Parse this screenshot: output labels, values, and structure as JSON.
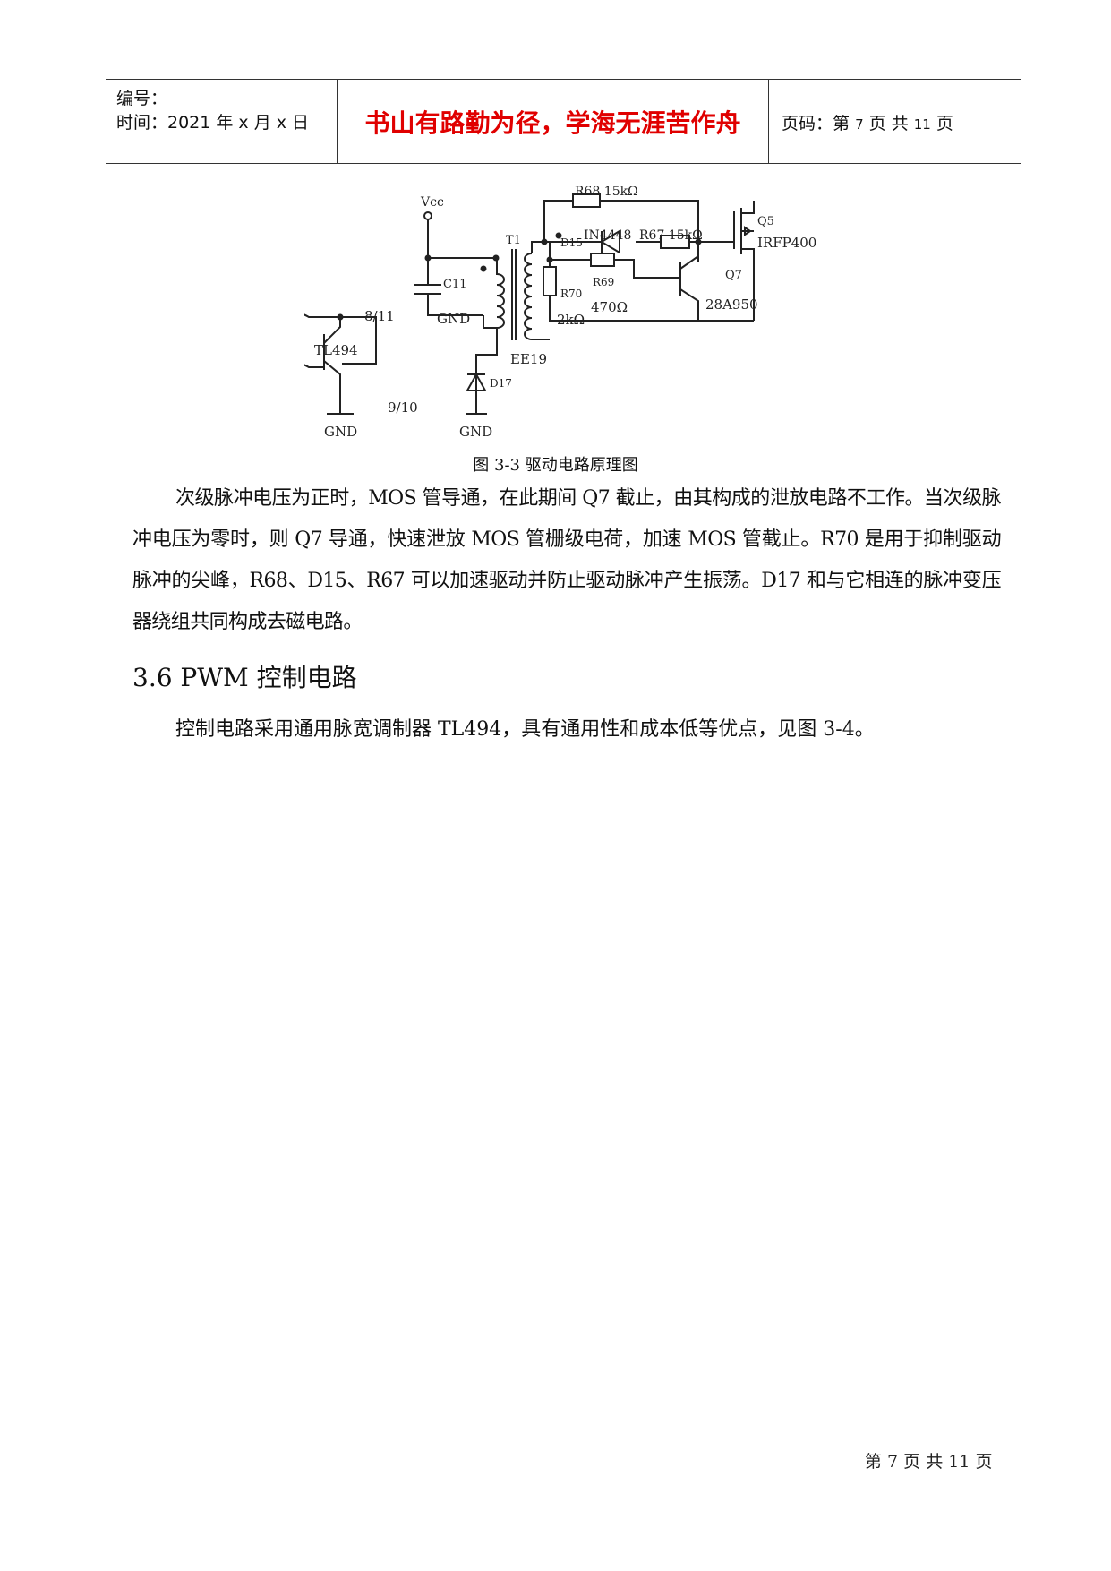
{
  "header": {
    "number_label": "编号：",
    "time_label": "时间：2021 年 x 月 x 日",
    "motto": "书山有路勤为径，学海无涯苦作舟",
    "page_label_prefix": "页码：第",
    "page_current": "7",
    "page_label_mid": "页  共",
    "page_total": "11",
    "page_label_suffix": "页"
  },
  "figure": {
    "labels": {
      "vcc": "Vcc",
      "c11": "C11",
      "gnd": "GND",
      "pin_8_11": "8/11",
      "tl494": "TL494",
      "pin_9_10": "9/10",
      "t1": "T1",
      "ee19": "EE19",
      "d17": "D17",
      "r68": "R68 15kΩ",
      "d15": "D15",
      "in4448": "IN4448",
      "r67": "R67 15kΩ",
      "q5": "Q5",
      "irfp400": "IRFP400",
      "q7": "Q7",
      "r69": "R69",
      "r69_val": "470Ω",
      "r70": "R70",
      "r70_val": "2kΩ",
      "q7_part": "28A950"
    },
    "caption": "图 3-3  驱动电路原理图"
  },
  "body": {
    "paragraph1": "次级脉冲电压为正时，MOS 管导通，在此期间 Q7 截止，由其构成的泄放电路不工作。当次级脉冲电压为零时，则 Q7 导通，快速泄放 MOS 管栅级电荷，加速 MOS 管截止。R70 是用于抑制驱动脉冲的尖峰，R68、D15、R67 可以加速驱动并防止驱动脉冲产生振荡。D17 和与它相连的脉冲变压器绕组共同构成去磁电路。",
    "section_heading": "3.6 PWM 控制电路",
    "paragraph2": "控制电路采用通用脉宽调制器 TL494，具有通用性和成本低等优点，见图 3-4。"
  },
  "footer": {
    "text": "第  7  页  共  11  页"
  }
}
